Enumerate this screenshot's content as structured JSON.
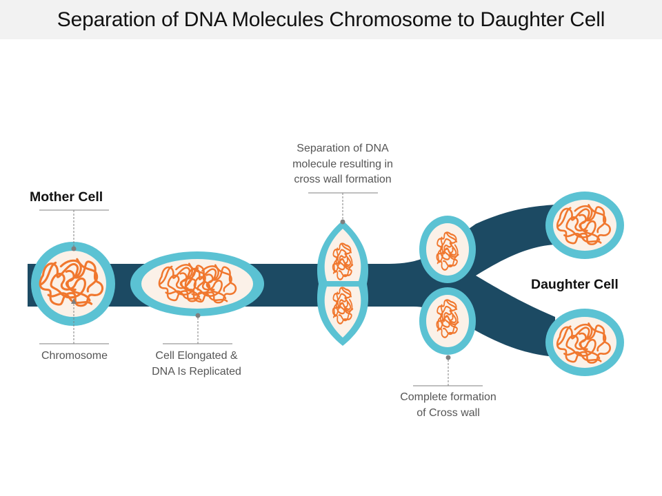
{
  "title": "Separation of DNA Molecules Chromosome to Daughter Cell",
  "labels": {
    "mother_cell": "Mother Cell",
    "daughter_cell": "Daughter Cell",
    "chromosome": "Chromosome",
    "elongated": [
      "Cell Elongated &",
      "DNA Is Replicated"
    ],
    "separation": [
      "Separation of DNA",
      "molecule resulting in",
      "cross wall formation"
    ],
    "cross_wall": [
      "Complete formation",
      "of Cross wall"
    ]
  },
  "colors": {
    "band": "#1c4a63",
    "cell_ring": "#5bc2d3",
    "cytoplasm": "#fbf1e8",
    "dna": "#f0772e",
    "leader": "#7f7f7f",
    "title_bg": "#f2f2f2"
  }
}
